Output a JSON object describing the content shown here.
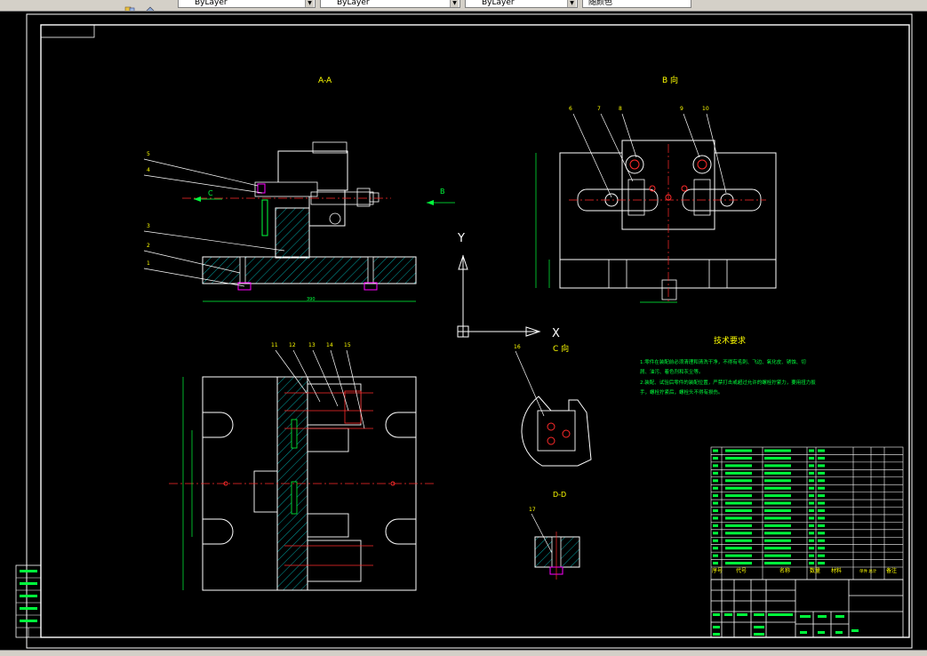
{
  "toolbar": {
    "layer_control_1": "ByLayer",
    "layer_control_2": "ByLayer",
    "layer_control_3": "ByLayer",
    "layer_control_4": "随颜色"
  },
  "drawing": {
    "view_labels": {
      "section_aa": "A-A",
      "view_b": "B 向",
      "view_c": "C 向",
      "section_dd": "D-D"
    },
    "ucs": {
      "y_label": "Y",
      "x_label": "X"
    },
    "cutting_plane_labels": {
      "c": "C",
      "b": "B"
    },
    "tech_requirements_title": "技术要求",
    "tech_requirements_lines": [
      "1.零件在装配前必须清理和清洗干净，不得有毛刺、飞边、氧化皮、锈蚀、切",
      "屑、油污、着色剂和灰尘等。",
      "2.装配、试验后零件的装配位置，严禁打击或超过允许的螺栓拧紧力，要用扭力扳",
      "手，螺栓拧紧后，螺栓头不得有损伤。"
    ],
    "balloons_aa": [
      "5",
      "4",
      "3",
      "2",
      "1"
    ],
    "balloons_b": [
      "6",
      "7",
      "8",
      "9",
      "10"
    ],
    "balloons_plan": [
      "11",
      "12",
      "13",
      "14",
      "15"
    ],
    "balloon_c": "16",
    "balloon_dd": "17",
    "title_block": {
      "headers": [
        "序号",
        "代号",
        "名称",
        "数量",
        "材料",
        "单件 总计",
        "备注"
      ]
    }
  },
  "colors": {
    "background": "#000000",
    "outline": "#ffffff",
    "centerline": "#ff2a2a",
    "dimension": "#00ff3c",
    "hatch": "#00a0a0",
    "label": "#ffff00",
    "highlight": "#ff00ff",
    "chrome": "#d4d0c8"
  }
}
